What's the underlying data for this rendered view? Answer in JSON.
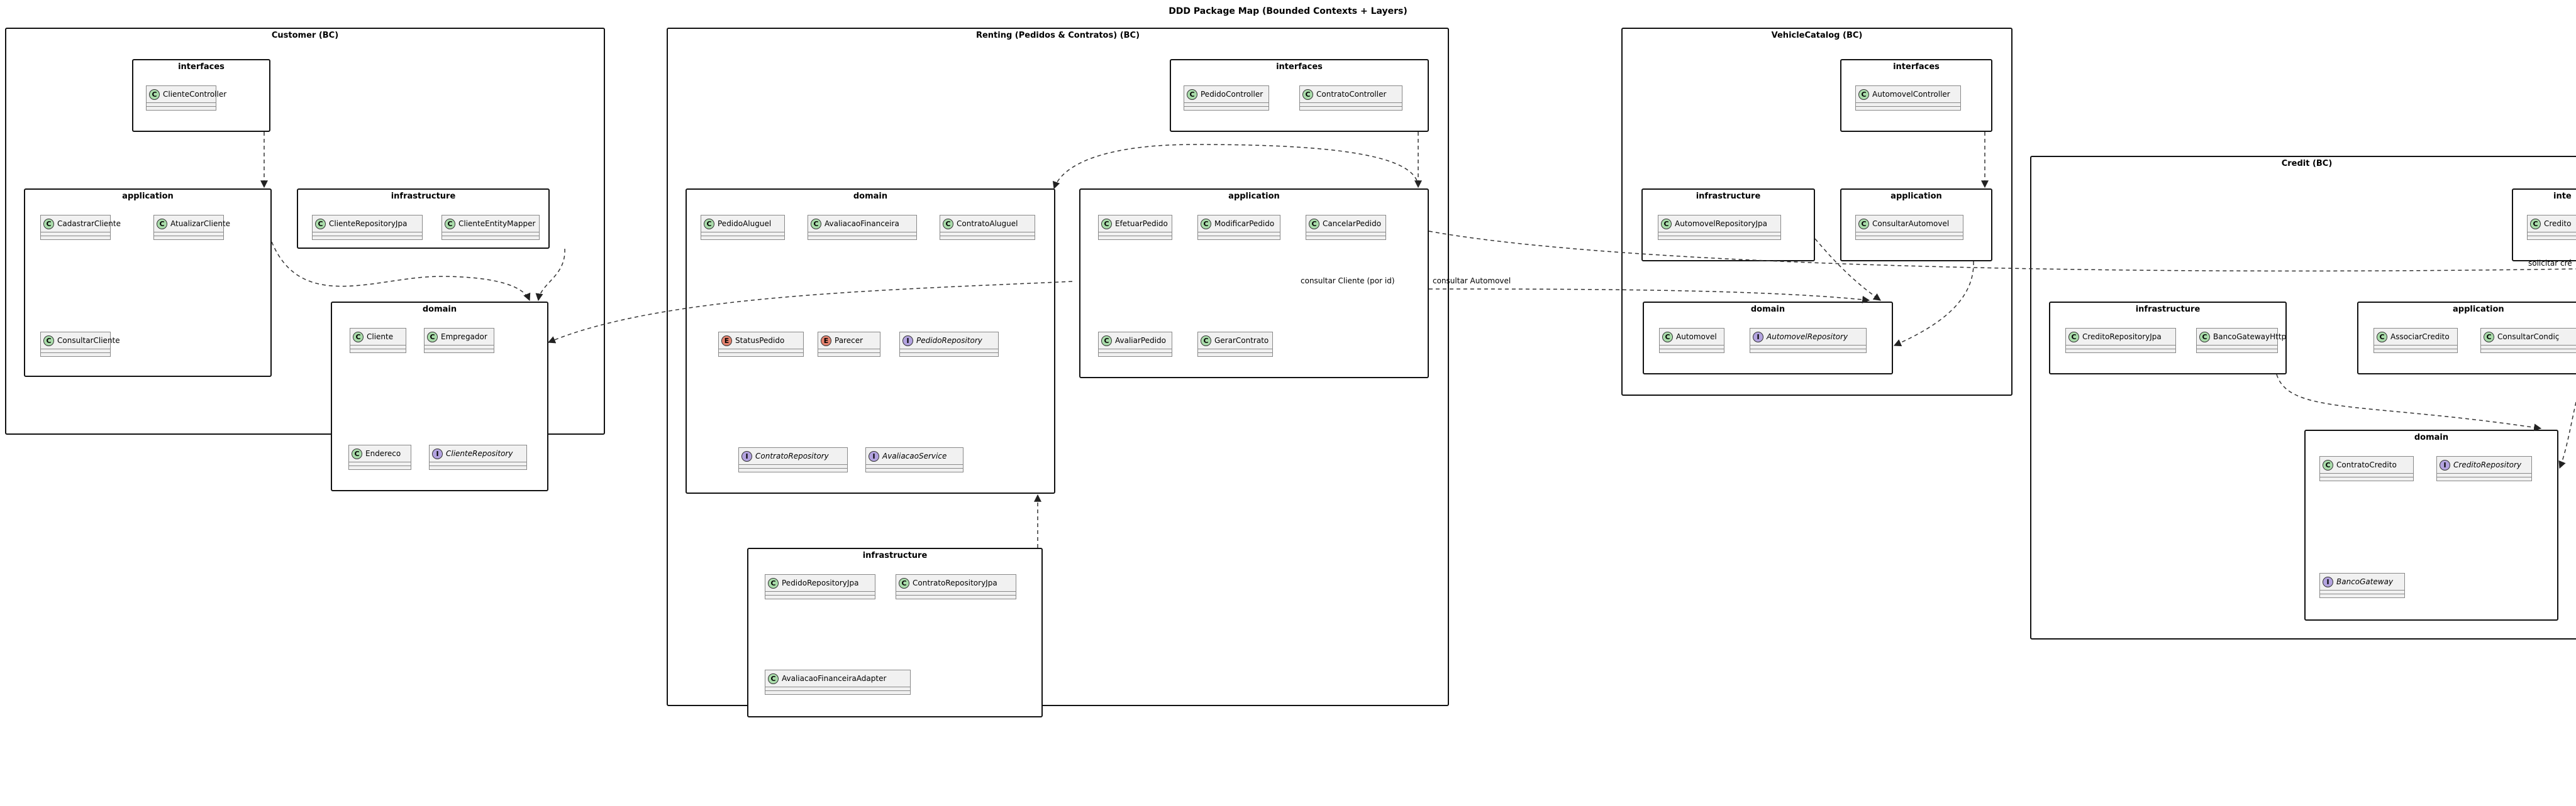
{
  "title": "DDD Package Map (Bounded Contexts + Layers)",
  "contexts": {
    "customer": {
      "name": "Customer (BC)",
      "interfaces": {
        "name": "interfaces",
        "classes": [
          {
            "name": "ClienteController",
            "kind": "C"
          }
        ]
      },
      "application": {
        "name": "application",
        "classes": [
          {
            "name": "CadastrarCliente",
            "kind": "C"
          },
          {
            "name": "AtualizarCliente",
            "kind": "C"
          },
          {
            "name": "ConsultarCliente",
            "kind": "C"
          }
        ]
      },
      "infrastructure": {
        "name": "infrastructure",
        "classes": [
          {
            "name": "ClienteRepositoryJpa",
            "kind": "C"
          },
          {
            "name": "ClienteEntityMapper",
            "kind": "C"
          }
        ]
      },
      "domain": {
        "name": "domain",
        "classes": [
          {
            "name": "Cliente",
            "kind": "C"
          },
          {
            "name": "Empregador",
            "kind": "C"
          },
          {
            "name": "Endereco",
            "kind": "C"
          },
          {
            "name": "ClienteRepository",
            "kind": "I"
          }
        ]
      }
    },
    "renting": {
      "name": "Renting (Pedidos & Contratos) (BC)",
      "interfaces": {
        "name": "interfaces",
        "classes": [
          {
            "name": "PedidoController",
            "kind": "C"
          },
          {
            "name": "ContratoController",
            "kind": "C"
          }
        ]
      },
      "domain": {
        "name": "domain",
        "classes": [
          {
            "name": "PedidoAluguel",
            "kind": "C"
          },
          {
            "name": "AvaliacaoFinanceira",
            "kind": "C"
          },
          {
            "name": "ContratoAluguel",
            "kind": "C"
          },
          {
            "name": "StatusPedido",
            "kind": "E"
          },
          {
            "name": "Parecer",
            "kind": "E"
          },
          {
            "name": "PedidoRepository",
            "kind": "I"
          },
          {
            "name": "ContratoRepository",
            "kind": "I"
          },
          {
            "name": "AvaliacaoService",
            "kind": "I"
          }
        ]
      },
      "application": {
        "name": "application",
        "classes": [
          {
            "name": "EfetuarPedido",
            "kind": "C"
          },
          {
            "name": "ModificarPedido",
            "kind": "C"
          },
          {
            "name": "CancelarPedido",
            "kind": "C"
          },
          {
            "name": "AvaliarPedido",
            "kind": "C"
          },
          {
            "name": "GerarContrato",
            "kind": "C"
          }
        ]
      },
      "infrastructure": {
        "name": "infrastructure",
        "classes": [
          {
            "name": "PedidoRepositoryJpa",
            "kind": "C"
          },
          {
            "name": "ContratoRepositoryJpa",
            "kind": "C"
          },
          {
            "name": "AvaliacaoFinanceiraAdapter",
            "kind": "C"
          }
        ]
      }
    },
    "vehicle": {
      "name": "VehicleCatalog (BC)",
      "interfaces": {
        "name": "interfaces",
        "classes": [
          {
            "name": "AutomovelController",
            "kind": "C"
          }
        ]
      },
      "infrastructure": {
        "name": "infrastructure",
        "classes": [
          {
            "name": "AutomovelRepositoryJpa",
            "kind": "C"
          }
        ]
      },
      "application": {
        "name": "application",
        "classes": [
          {
            "name": "ConsultarAutomovel",
            "kind": "C"
          }
        ]
      },
      "domain": {
        "name": "domain",
        "classes": [
          {
            "name": "Automovel",
            "kind": "C"
          },
          {
            "name": "AutomovelRepository",
            "kind": "I"
          }
        ]
      }
    },
    "credit": {
      "name": "Credit (BC)",
      "interfaces": {
        "name": "inte",
        "classes": [
          {
            "name": "Credito",
            "kind": "C"
          }
        ]
      },
      "infrastructure": {
        "name": "infrastructure",
        "classes": [
          {
            "name": "CreditoRepositoryJpa",
            "kind": "C"
          },
          {
            "name": "BancoGatewayHttp",
            "kind": "C"
          }
        ]
      },
      "application": {
        "name": "application",
        "classes": [
          {
            "name": "AssociarCredito",
            "kind": "C"
          },
          {
            "name": "ConsultarCondiç",
            "kind": "C"
          }
        ]
      },
      "domain": {
        "name": "domain",
        "classes": [
          {
            "name": "ContratoCredito",
            "kind": "C"
          },
          {
            "name": "CreditoRepository",
            "kind": "I"
          },
          {
            "name": "BancoGateway",
            "kind": "I"
          }
        ]
      }
    }
  },
  "relation_labels": {
    "consultar_cliente": "consultar Cliente (por id)",
    "consultar_automovel": "consultar Automovel",
    "solicitar_credito": "solicitar cré"
  }
}
